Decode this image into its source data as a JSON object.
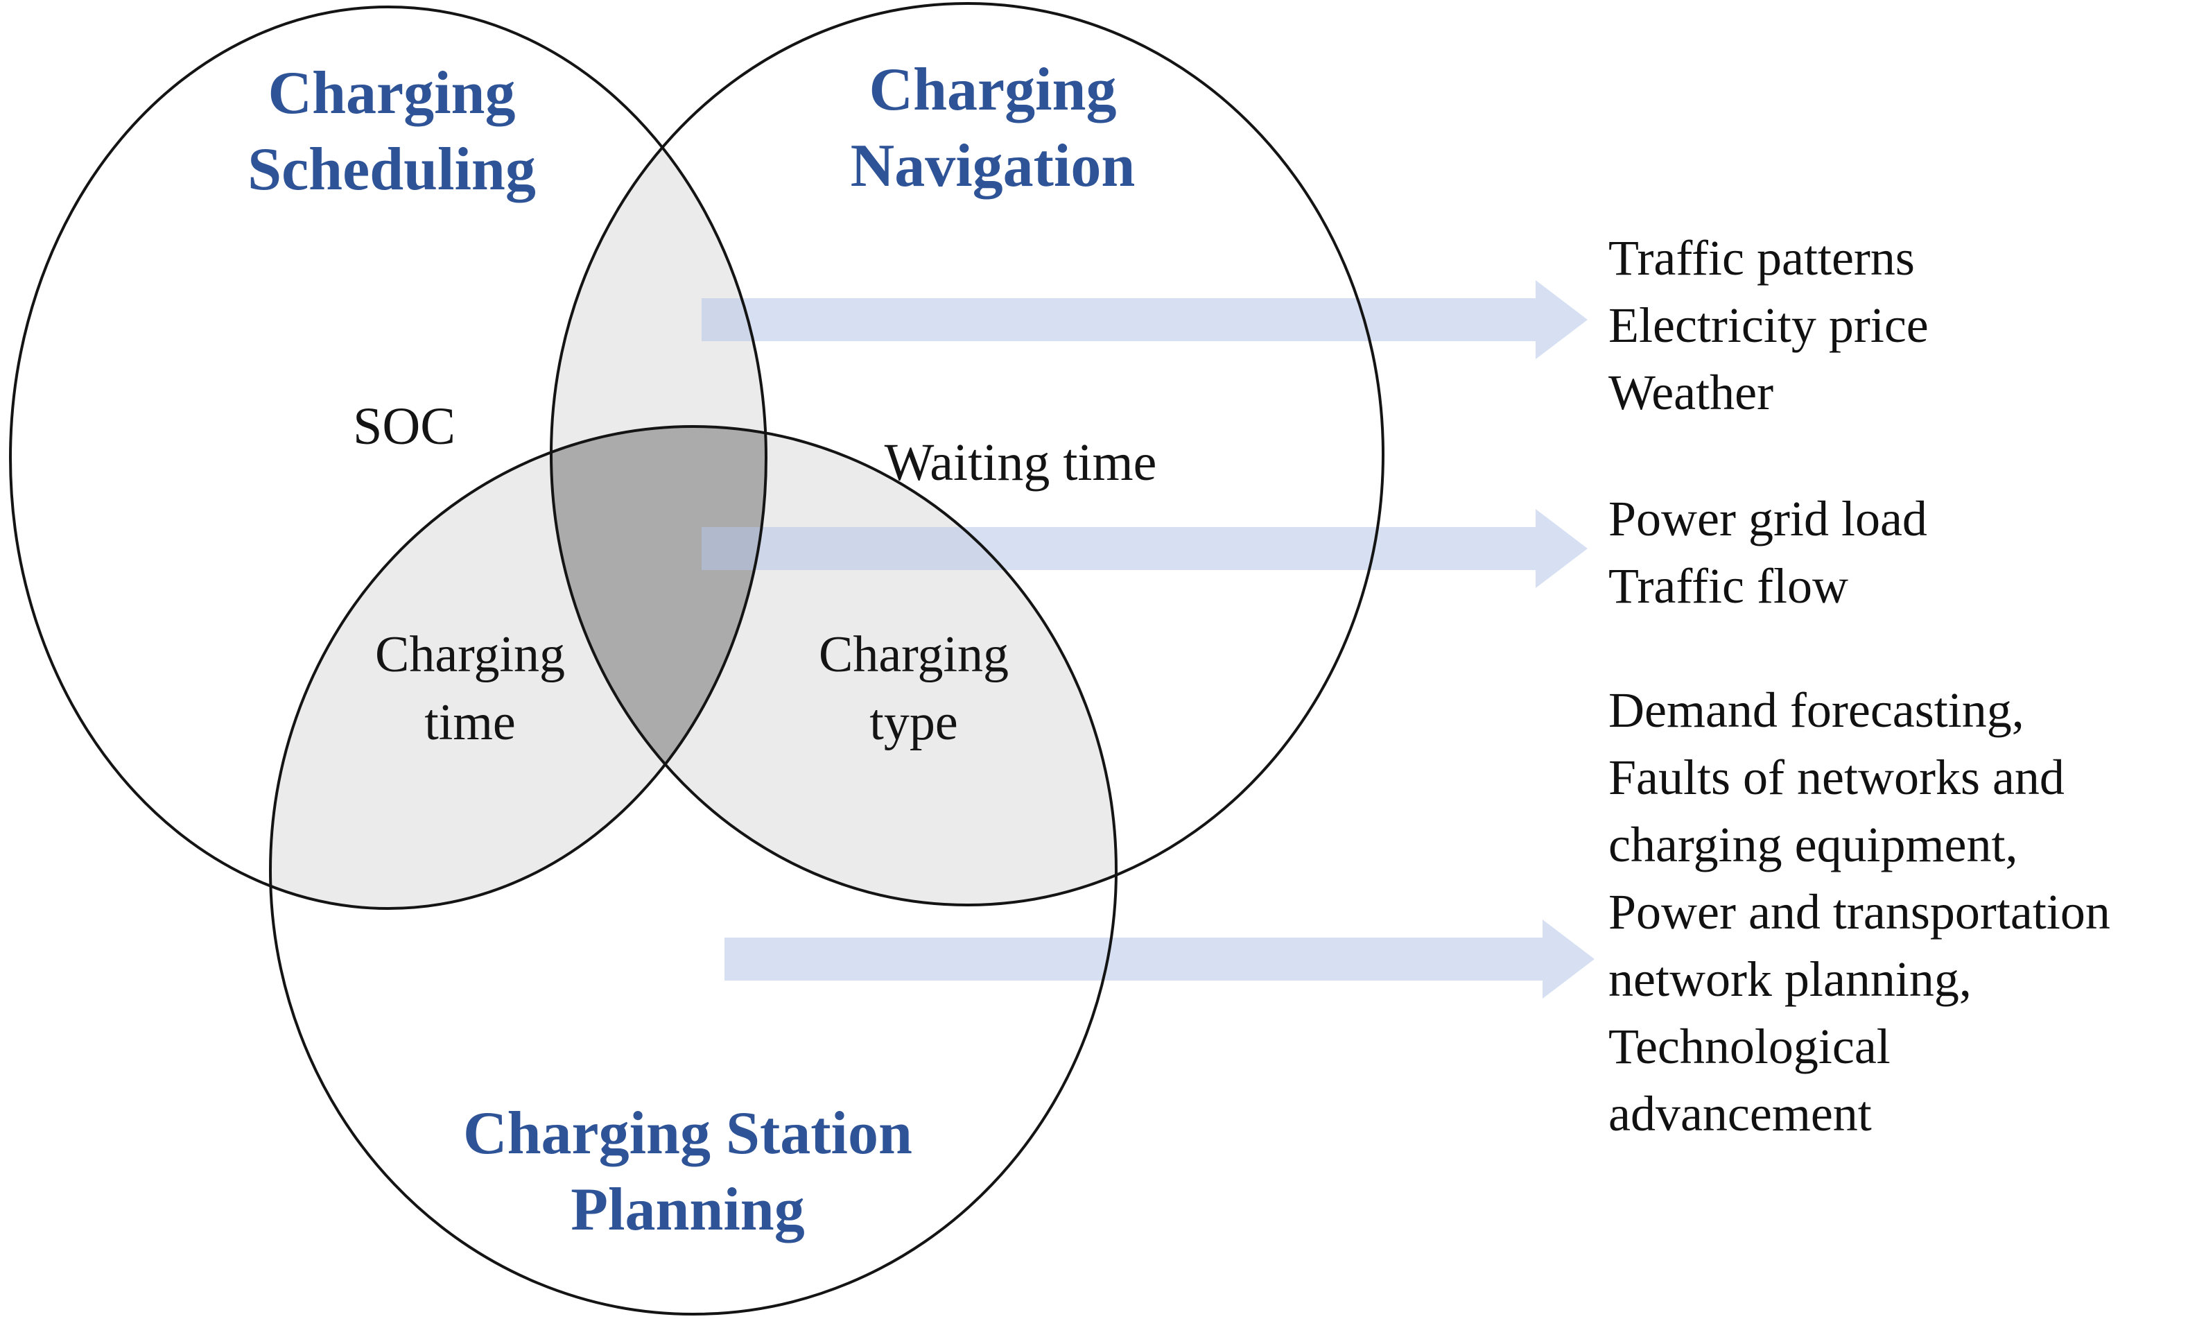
{
  "colors": {
    "title_blue": "#2e5397",
    "label_black": "#141414",
    "lens_gray": "#ebebeb",
    "center_gray": "#ababab",
    "circle_stroke": "#141414",
    "arrow_fill": "rgba(180,199,231,0.55)",
    "background": "#ffffff"
  },
  "venn": {
    "sets": [
      {
        "name": "charging-scheduling",
        "title_lines": [
          "Charging",
          "Scheduling"
        ],
        "exclusive_label": "SOC"
      },
      {
        "name": "charging-navigation",
        "title_lines": [
          "Charging",
          "Navigation"
        ],
        "exclusive_label": "Waiting time"
      },
      {
        "name": "charging-station-planning",
        "title_lines": [
          "Charging Station",
          "Planning"
        ]
      }
    ],
    "intersections": {
      "scheduling_planning_lines": [
        "Charging",
        "time"
      ],
      "navigation_planning_lines": [
        "Charging",
        "type"
      ]
    }
  },
  "right_column": {
    "blocks": [
      {
        "lines": [
          "Traffic patterns",
          "Electricity price",
          "Weather"
        ]
      },
      {
        "lines": [
          "Power grid load",
          "Traffic flow"
        ]
      },
      {
        "lines": [
          "Demand forecasting,",
          "Faults of networks and",
          "charging equipment,",
          "Power and transportation",
          "network planning,",
          "Technological",
          "advancement"
        ]
      }
    ]
  }
}
